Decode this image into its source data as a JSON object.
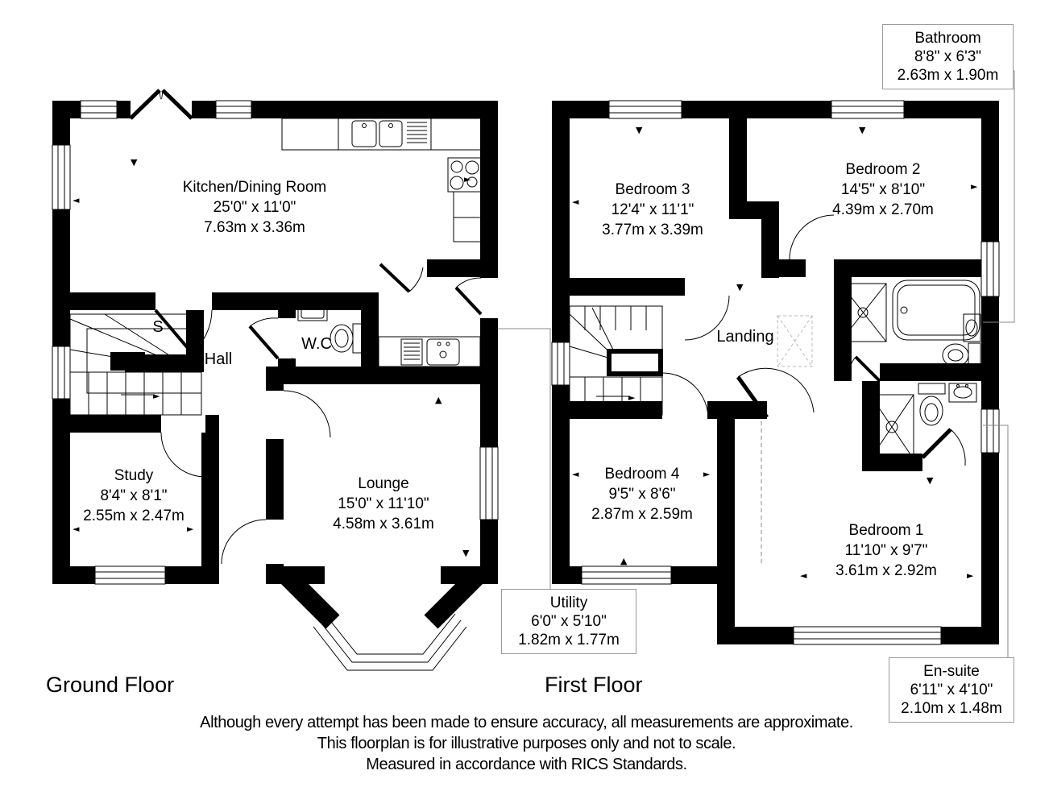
{
  "ground_floor": {
    "title": "Ground Floor",
    "rooms": {
      "kitchen": {
        "name": "Kitchen/Dining Room",
        "imperial": "25'0\" x 11'0\"",
        "metric": "7.63m x 3.36m"
      },
      "hall": {
        "name": "Hall"
      },
      "store": {
        "name": "S"
      },
      "wc": {
        "name": "W.C"
      },
      "study": {
        "name": "Study",
        "imperial": "8'4\" x 8'1\"",
        "metric": "2.55m x 2.47m"
      },
      "lounge": {
        "name": "Lounge",
        "imperial": "15'0\" x 11'10\"",
        "metric": "4.58m x 3.61m"
      },
      "utility": {
        "name": "Utility",
        "imperial": "6'0\" x 5'10\"",
        "metric": "1.82m x 1.77m"
      }
    }
  },
  "first_floor": {
    "title": "First Floor",
    "rooms": {
      "bedroom3": {
        "name": "Bedroom 3",
        "imperial": "12'4\" x 11'1\"",
        "metric": "3.77m x 3.39m"
      },
      "bedroom2": {
        "name": "Bedroom 2",
        "imperial": "14'5\" x 8'10\"",
        "metric": "4.39m x 2.70m"
      },
      "landing": {
        "name": "Landing"
      },
      "bedroom4": {
        "name": "Bedroom 4",
        "imperial": "9'5\" x 8'6\"",
        "metric": "2.87m x 2.59m"
      },
      "bedroom1": {
        "name": "Bedroom 1",
        "imperial": "11'10\" x 9'7\"",
        "metric": "3.61m x 2.92m"
      },
      "bathroom": {
        "name": "Bathroom",
        "imperial": "8'8\" x 6'3\"",
        "metric": "2.63m x 1.90m"
      },
      "ensuite": {
        "name": "En-suite",
        "imperial": "6'11\" x 4'10\"",
        "metric": "2.10m x 1.48m"
      }
    }
  },
  "disclaimer": {
    "line1": "Although every attempt has been made to ensure accuracy, all measurements are approximate.",
    "line2": "This floorplan is for illustrative purposes only and not to scale.",
    "line3": "Measured in accordance with RICS Standards."
  },
  "colors": {
    "wall": "#000000",
    "label_box_border": "#9a9a9a"
  }
}
